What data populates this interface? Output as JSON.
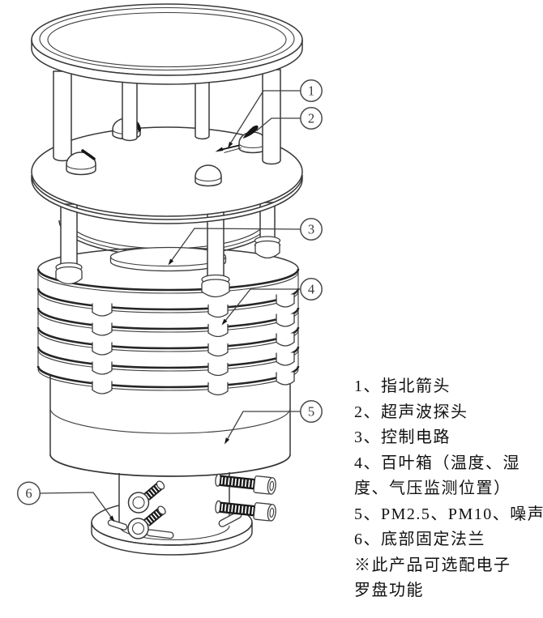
{
  "drawing": {
    "callouts": [
      "1",
      "2",
      "3",
      "4",
      "5",
      "6"
    ]
  },
  "legend": {
    "lines": [
      "1、指北箭头",
      "2、超声波探头",
      "3、控制电路",
      "4、百叶箱（温度、湿",
      "度、气压监测位置）",
      "5、PM2.5、PM10、噪声",
      "6、底部固定法兰",
      "※此产品可选配电子",
      "罗盘功能"
    ]
  }
}
